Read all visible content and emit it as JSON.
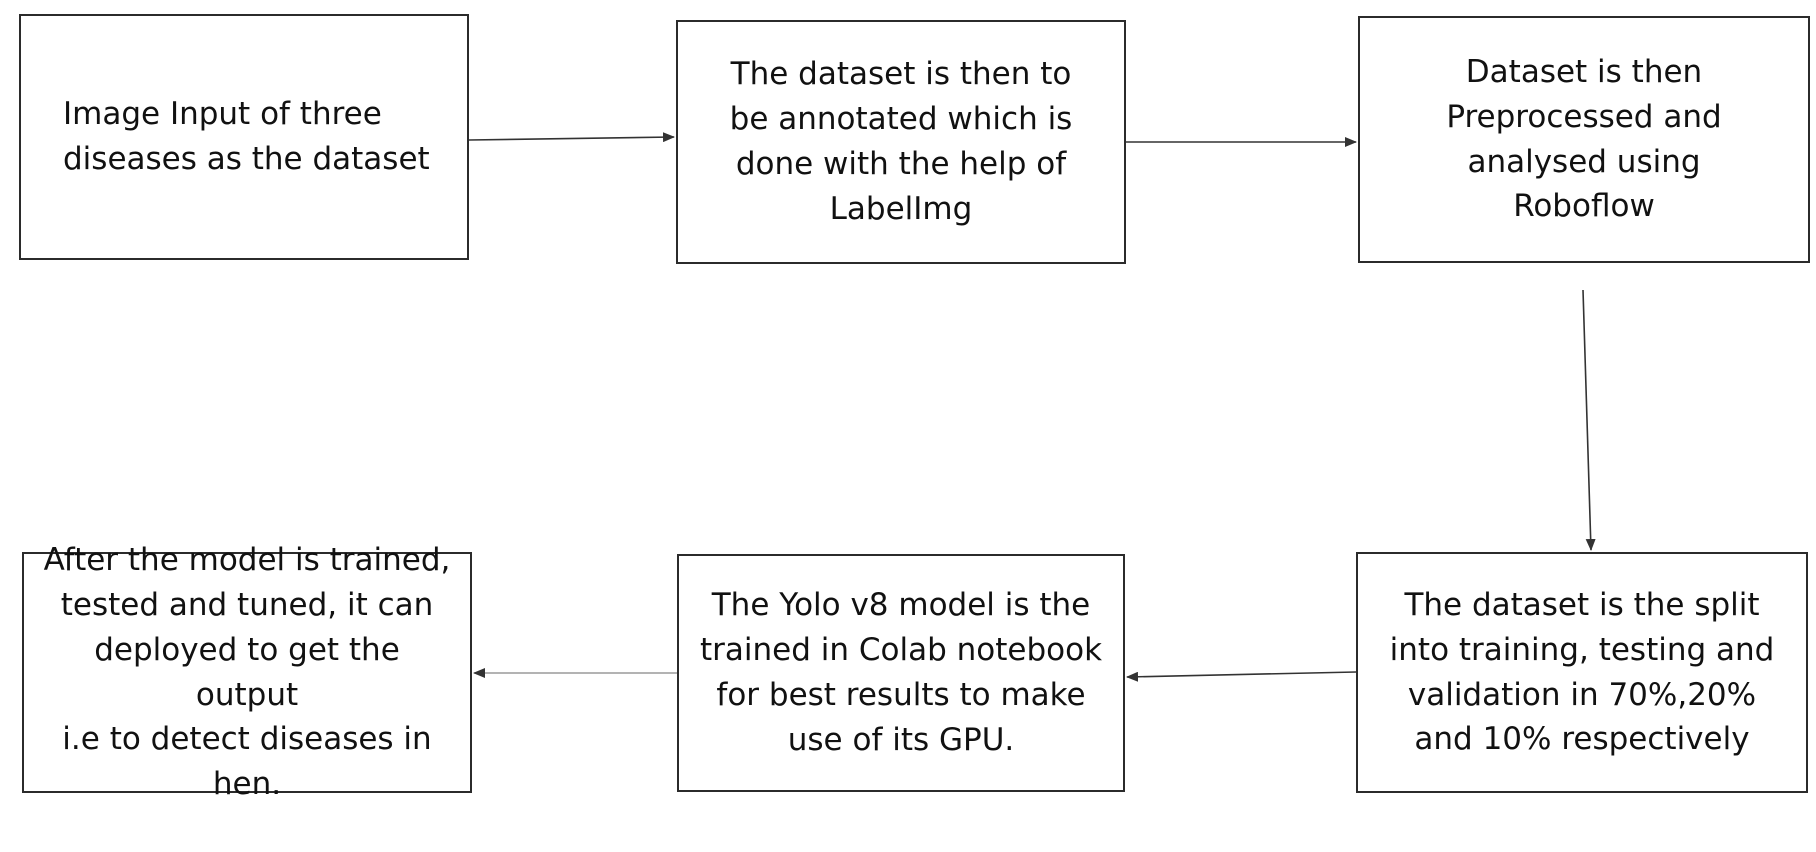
{
  "diagram": {
    "nodes": [
      {
        "id": "box1",
        "name": "step-image-input",
        "text": "Image Input of three\ndiseases as the dataset"
      },
      {
        "id": "box2",
        "name": "step-annotation",
        "text": "The dataset is then to\nbe annotated which is\ndone with the help of\nLabelImg"
      },
      {
        "id": "box3",
        "name": "step-preprocessing",
        "text": "Dataset is then\nPreprocessed and\nanalysed using\nRoboflow"
      },
      {
        "id": "box4",
        "name": "step-split",
        "text": "The dataset is the split\ninto training, testing and\nvalidation in 70%,20%\nand 10% respectively"
      },
      {
        "id": "box5",
        "name": "step-training",
        "text": "The Yolo v8 model is the\ntrained in Colab notebook\nfor best results to make\nuse of its GPU."
      },
      {
        "id": "box6",
        "name": "step-deployment",
        "text": "After the model is trained,\ntested and tuned, it can\ndeployed to get the output\ni.e to detect diseases in hen."
      }
    ],
    "edges": [
      {
        "from": "box1",
        "to": "box2"
      },
      {
        "from": "box2",
        "to": "box3"
      },
      {
        "from": "box3",
        "to": "box4"
      },
      {
        "from": "box4",
        "to": "box5"
      },
      {
        "from": "box5",
        "to": "box6"
      }
    ],
    "colors": {
      "box_border": "#2b2b2b",
      "text": "#111111",
      "arrow": "#333333"
    }
  }
}
